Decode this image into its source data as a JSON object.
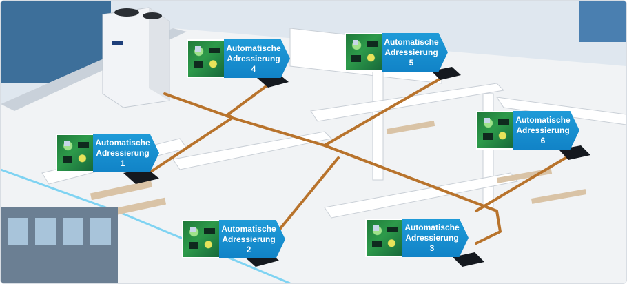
{
  "labels": [
    {
      "line1": "Automatische",
      "line2": "Adressierung",
      "number": "1"
    },
    {
      "line1": "Automatische",
      "line2": "Adressierung",
      "number": "2"
    },
    {
      "line1": "Automatische",
      "line2": "Adressierung",
      "number": "3"
    },
    {
      "line1": "Automatische",
      "line2": "Adressierung",
      "number": "4"
    },
    {
      "line1": "Automatische",
      "line2": "Adressierung",
      "number": "5"
    },
    {
      "line1": "Automatische",
      "line2": "Adressierung",
      "number": "6"
    }
  ],
  "colors": {
    "pipe": "#b8732c",
    "callout": "#1a8fd2",
    "indoor_unit": "#15191f",
    "floor": "#f3f5f7"
  },
  "icons": [
    "outdoor-unit-icon",
    "indoor-unit-icon",
    "circuit-board-icon"
  ]
}
